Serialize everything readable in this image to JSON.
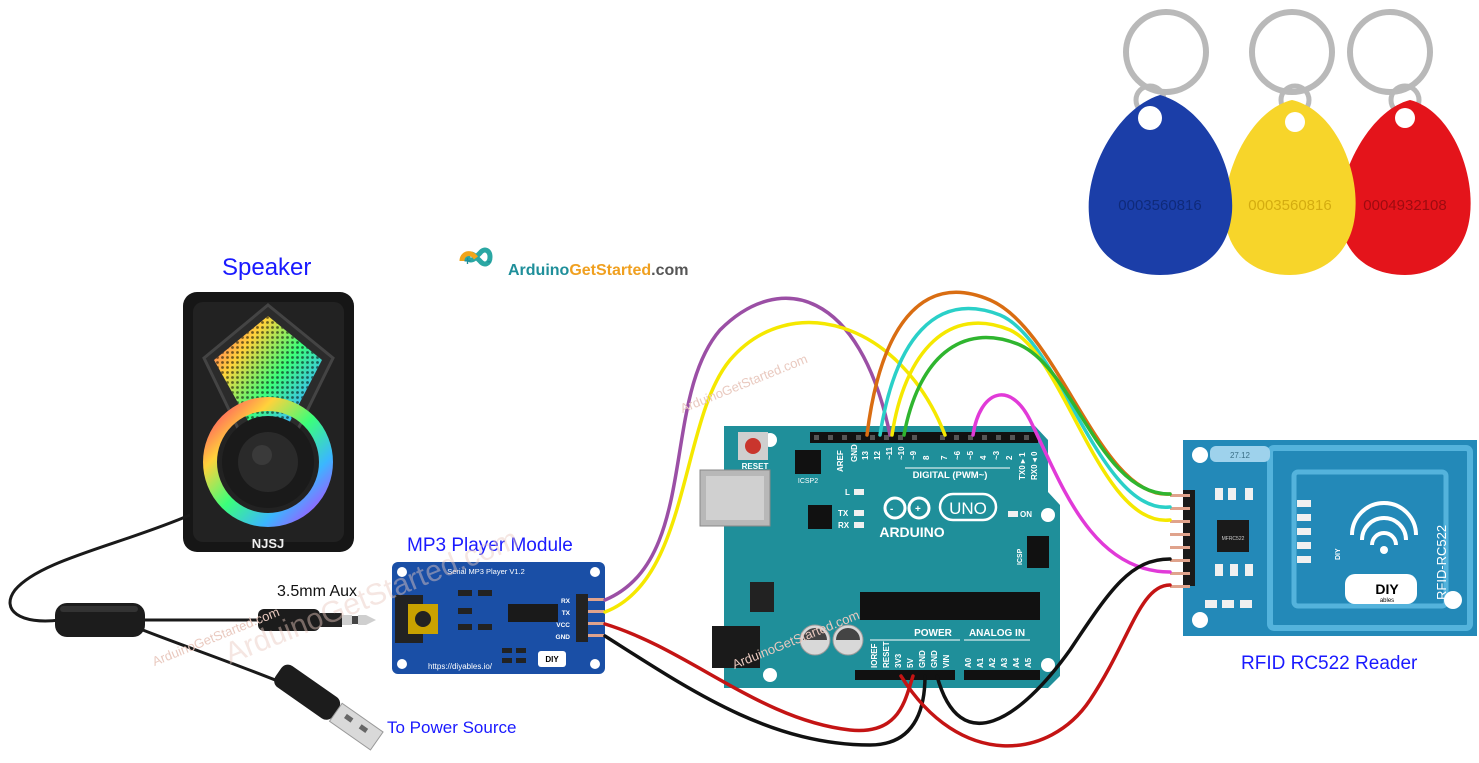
{
  "labels": {
    "speaker": "Speaker",
    "mp3_module": "MP3 Player Module",
    "aux": "3.5mm Aux",
    "power_source": "To Power Source",
    "rfid_reader": "RFID RC522 Reader"
  },
  "logo": {
    "part1": "Arduino",
    "part2": "GetStarted",
    "part3": ".com"
  },
  "watermark": "ArduinoGetStarted.com",
  "speaker_brand": "NJSJ",
  "mp3_board": {
    "title": "Serial MP3 Player V1.2",
    "url": "https://diyables.io/",
    "pins": [
      "RX",
      "TX",
      "VCC",
      "GND"
    ]
  },
  "arduino": {
    "brand": "ARDUINO",
    "model": "UNO",
    "digital_label": "DIGITAL (PWM~)",
    "power_label": "POWER",
    "analog_label": "ANALOG IN",
    "reset_label": "RESET",
    "icsp2_label": "ICSP2",
    "icsp_label": "ICSP",
    "on_label": "ON",
    "l_label": "L",
    "tx_label": "TX",
    "rx_label": "RX",
    "digital_pins": [
      "AREF",
      "GND",
      "13",
      "12",
      "~11",
      "~10",
      "~9",
      "8",
      "7",
      "~6",
      "~5",
      "4",
      "~3",
      "2",
      "TX0 ▸ 1",
      "RX0 ◂ 0"
    ],
    "power_pins": [
      "IOREF",
      "RESET",
      "3V3",
      "5V",
      "GND",
      "GND",
      "VIN"
    ],
    "analog_pins": [
      "A0",
      "A1",
      "A2",
      "A3",
      "A4",
      "A5"
    ]
  },
  "rfid": {
    "board_text": "RFID-RC522",
    "brand": "DIY",
    "brand_sub": "ables",
    "chip": "MFRC522",
    "crystal": "27.12"
  },
  "tags": [
    {
      "color": "blue",
      "number": "0003560816"
    },
    {
      "color": "yellow",
      "number": "0003560816"
    },
    {
      "color": "red",
      "number": "0004932108"
    }
  ],
  "colors": {
    "label_blue": "#1a1aff",
    "arduino_teal": "#1f8f9a",
    "module_blue": "#1a4fa6",
    "rfid_blue": "#2389b8",
    "wire_purple": "#9b4fa5",
    "wire_yellow": "#f5e800",
    "wire_orange": "#d96d12",
    "wire_cyan": "#2ad0c8",
    "wire_green": "#2fb52f",
    "wire_magenta": "#e13ad8",
    "wire_red": "#c41414",
    "wire_black": "#111111"
  }
}
